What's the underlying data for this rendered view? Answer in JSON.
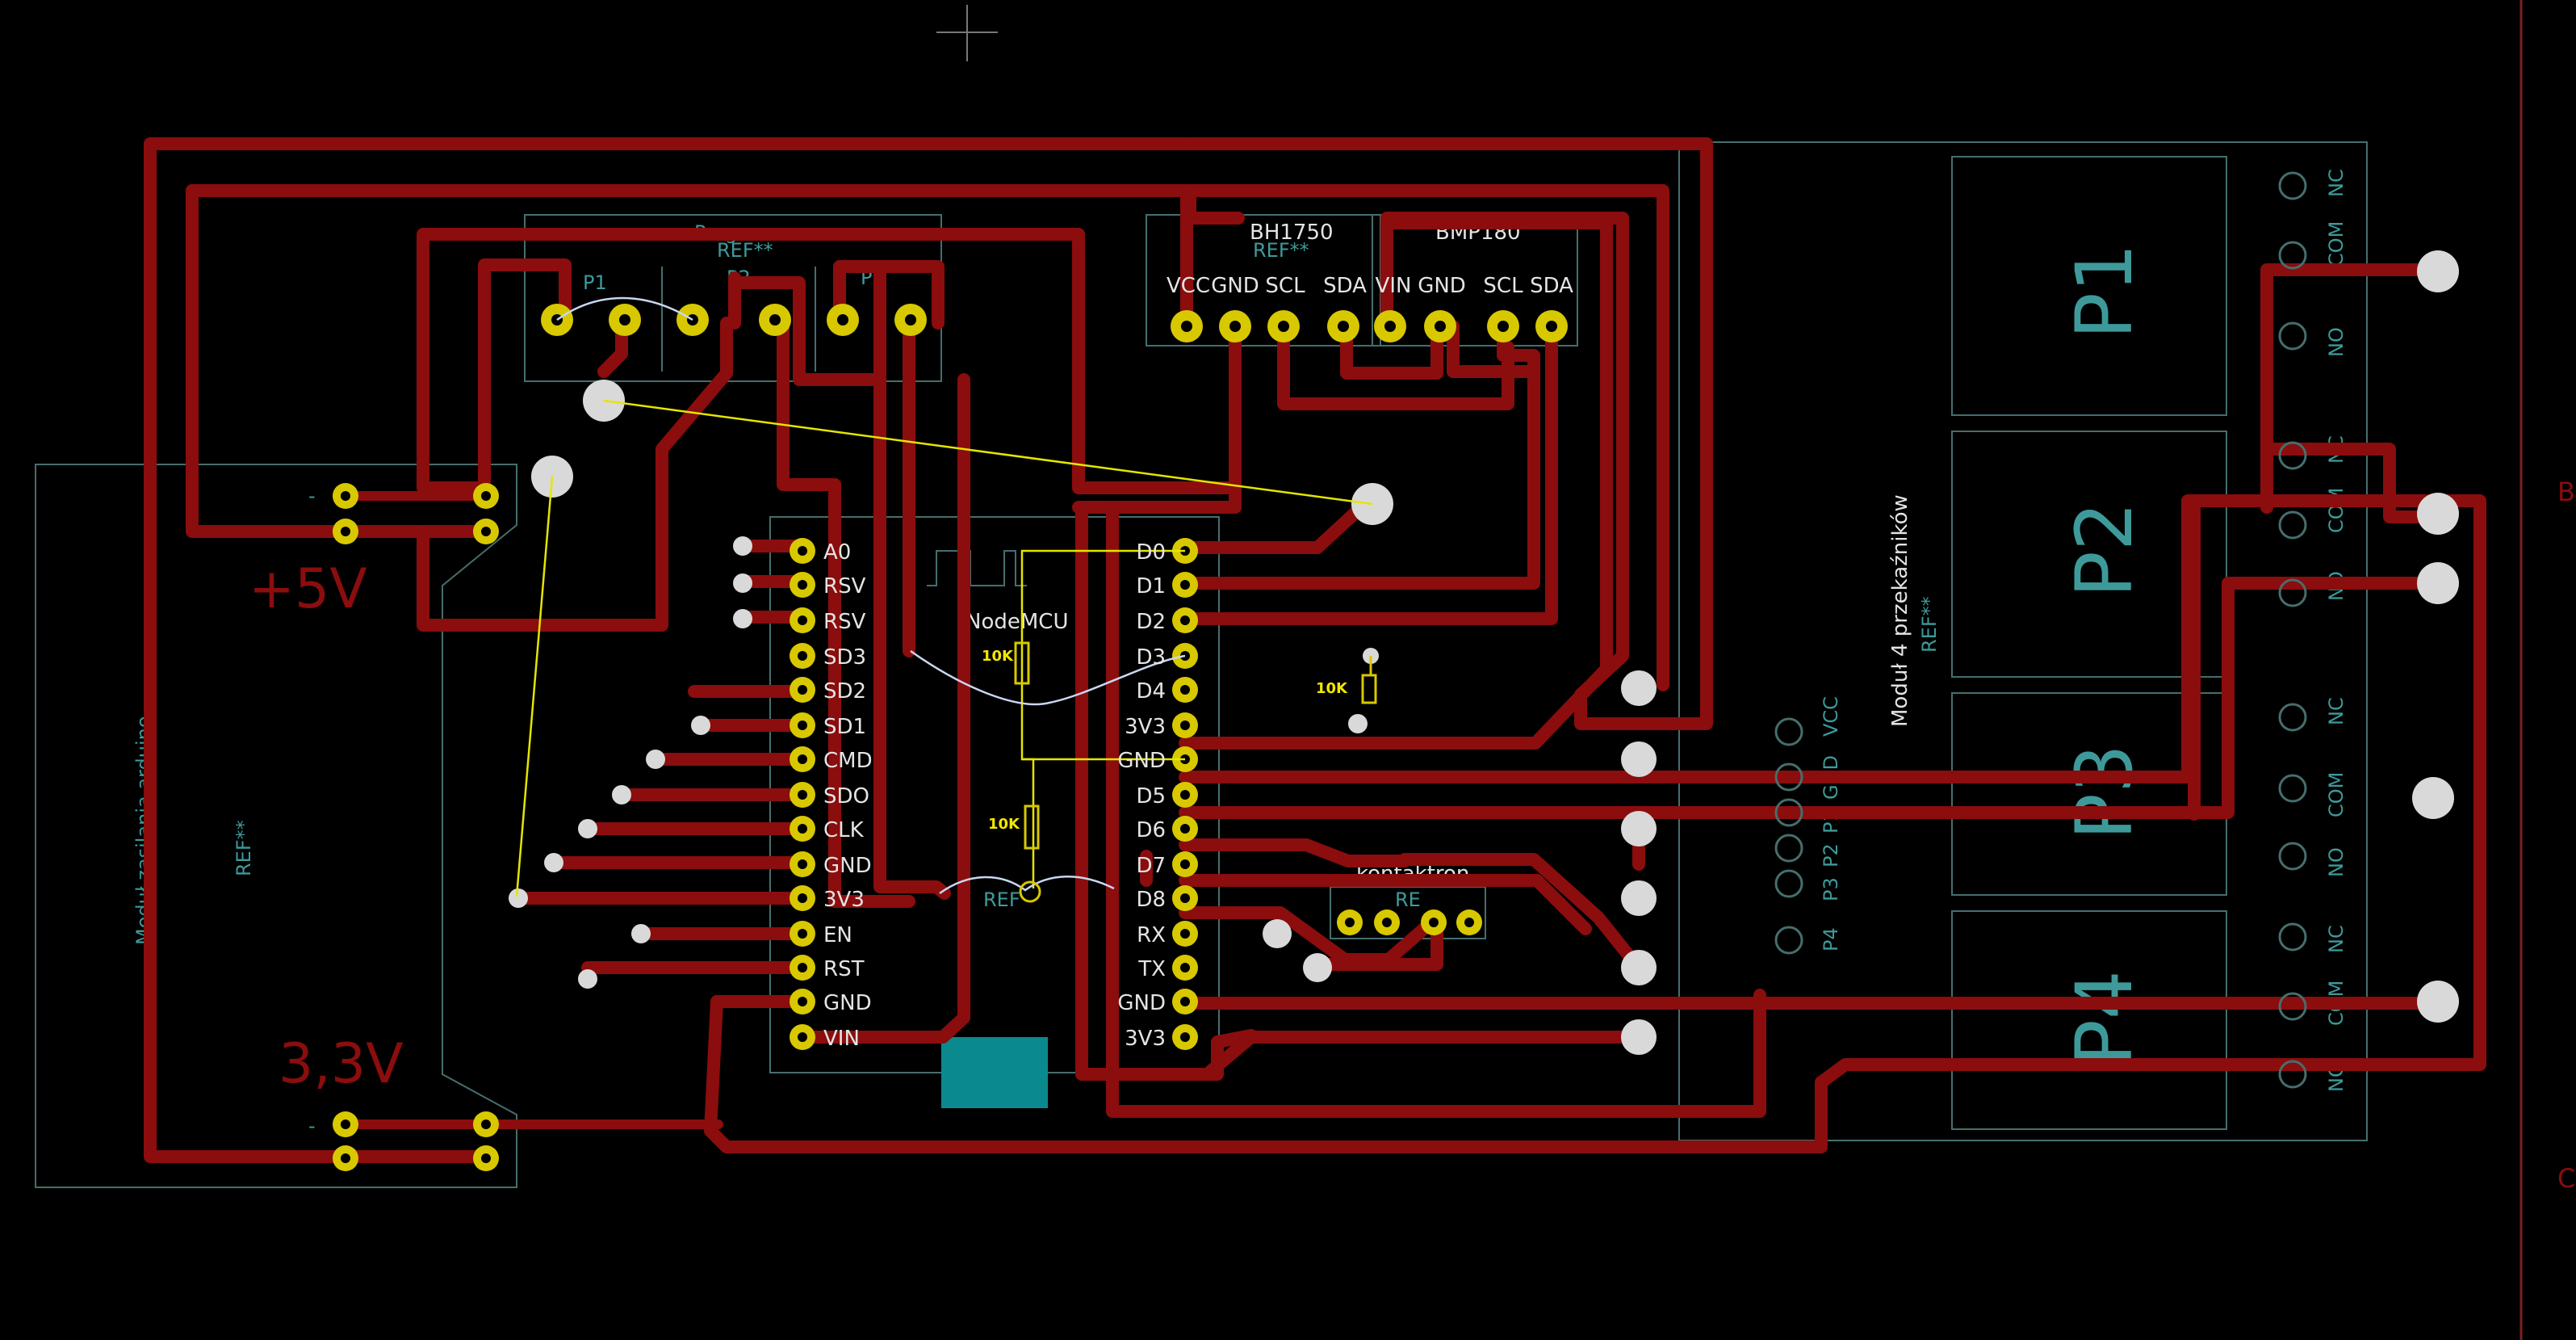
{
  "nodemcu": {
    "title": "NodeMCU",
    "ref": "REF",
    "left_pins": [
      "A0",
      "RSV",
      "RSV",
      "SD3",
      "SD2",
      "SD1",
      "CMD",
      "SDO",
      "CLK",
      "GND",
      "3V3",
      "EN",
      "RST",
      "GND",
      "VIN"
    ],
    "right_pins": [
      "D0",
      "D1",
      "D2",
      "D3",
      "D4",
      "3V3",
      "GND",
      "D5",
      "D6",
      "D7",
      "D8",
      "RX",
      "TX",
      "GND",
      "3V3"
    ]
  },
  "bh1750": {
    "title": "BH1750",
    "ref": "REF**",
    "pins": [
      "VCC",
      "GND",
      "SCL",
      "SDA"
    ]
  },
  "bmp180": {
    "title": "BMP180",
    "pins": [
      "VIN",
      "GND",
      "SCL",
      "SDA"
    ]
  },
  "program": {
    "title": "Program",
    "ref": "REF**",
    "p1": "P1",
    "p2": "P2",
    "p3": "P"
  },
  "relay_module": {
    "title": "Moduł 4 przekaźników",
    "ref": "REF**",
    "relays": [
      "P1",
      "P2",
      "P3",
      "P4"
    ],
    "contact_labels": [
      "NC",
      "COM",
      "NO"
    ],
    "header_pins": [
      "VCC",
      "GND",
      "P1",
      "P2",
      "P3",
      "P4"
    ]
  },
  "power_module": {
    "title": "Moduł zasilania arduino",
    "ref": "REF**",
    "label_5v": "+5V",
    "label_3v3": "3,3V",
    "minus": "-"
  },
  "contactron": {
    "title": "kontaktron",
    "ref": "RE"
  },
  "resistors": [
    "10K",
    "10K",
    "10K"
  ],
  "frame_markers": [
    "B",
    "C"
  ],
  "colors": {
    "background": "#000000",
    "copper": "#8b0d0d",
    "pad": "#d8c800",
    "silkscreen": "#3e9a9a",
    "ratsnest": "#e5e500"
  }
}
